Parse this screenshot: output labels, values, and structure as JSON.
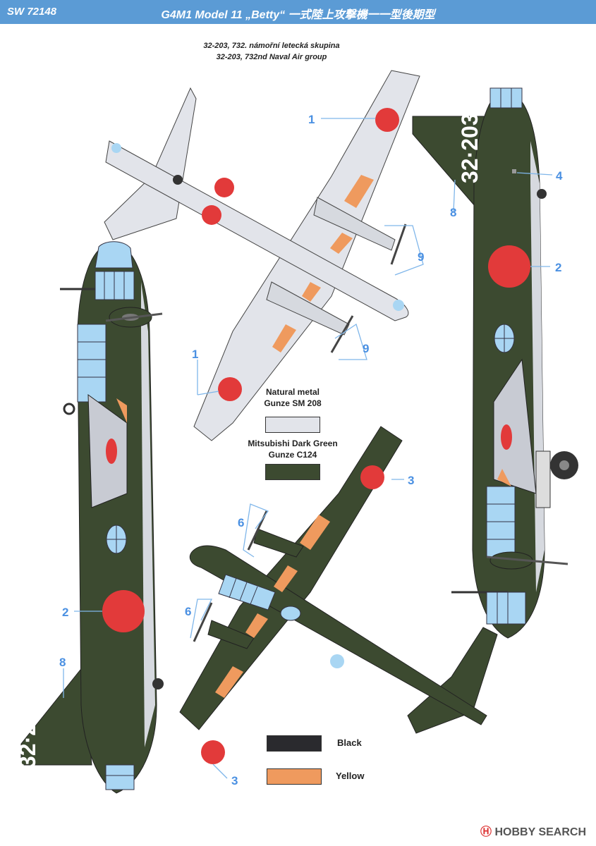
{
  "header": {
    "code": "SW 72148",
    "title": "G4M1 Model 11 „Betty“ 一式陸上攻撃機一一型後期型"
  },
  "caption": {
    "line1": "32-203, 732. námořní letecká skupina",
    "line2": "32-203, 732nd Naval Air group"
  },
  "tail_code": "32·203",
  "callouts": [
    "1",
    "1",
    "2",
    "2",
    "3",
    "3",
    "4",
    "6",
    "6",
    "8",
    "8",
    "9",
    "9"
  ],
  "colors": {
    "natural_metal": {
      "name": "Natural metal",
      "code": "Gunze SM 208",
      "hex": "#e2e4ea"
    },
    "dark_green": {
      "name": "Mitsubishi Dark Green",
      "code": "Gunze C124",
      "hex": "#3c4a30"
    },
    "black": {
      "name": "Black",
      "hex": "#2a2a2e"
    },
    "yellow": {
      "name": "Yellow",
      "hex": "#ef9a5e"
    },
    "hinomaru": "#e23a3a",
    "glass": "#a9d6f3"
  },
  "brand": {
    "mark": "Ⓗ",
    "name": "HOBBY SEARCH"
  }
}
